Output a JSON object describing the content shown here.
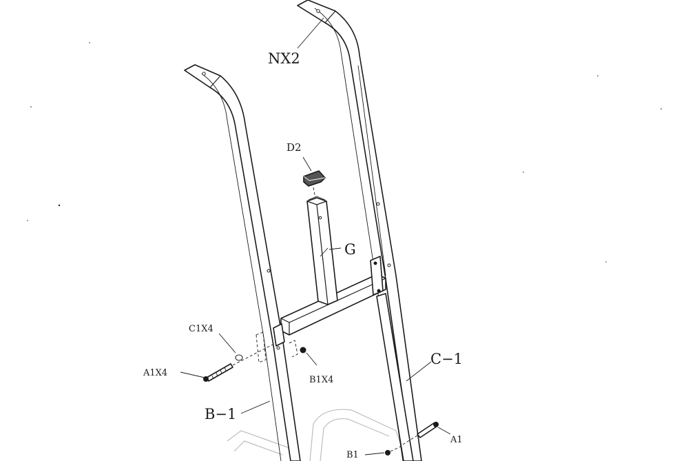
{
  "labels": {
    "nx2": "NX2",
    "d2": "D2",
    "g": "G",
    "c1x4": "C1X4",
    "a1x4": "A1X4",
    "b1x4": "B1X4",
    "c_1": "C−1",
    "b_1": "B−1",
    "a1": "A1",
    "b1": "B1"
  },
  "colors": {
    "ink": "#1a1a1a",
    "ghost": "#bdbdbd",
    "background": "#ffffff"
  }
}
